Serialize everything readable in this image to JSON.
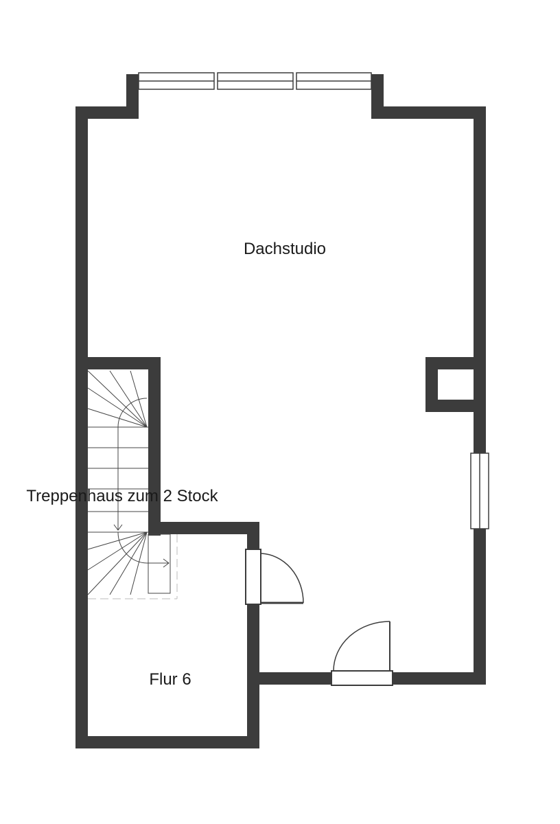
{
  "colors": {
    "wall": "#3c3c3c",
    "fixture_line": "#3c3c3c",
    "stair_line": "#444444",
    "window_fill": "#ffffff",
    "label_text": "#1a1a1a"
  },
  "rooms": {
    "dachstudio": "Dachstudio",
    "treppenhaus": "Treppenhaus zum 2 Stock",
    "flur": "Flur 6"
  }
}
